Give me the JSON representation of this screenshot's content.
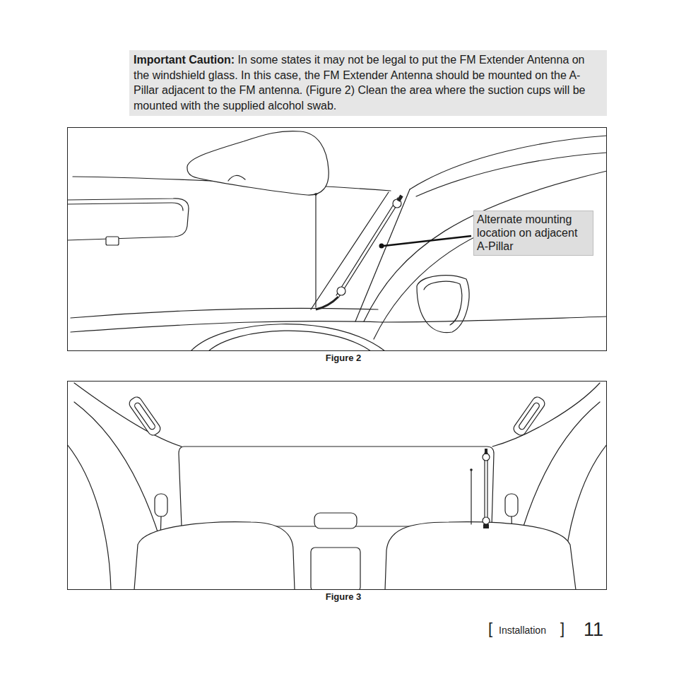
{
  "diagram": {
    "nodes": [
      {
        "text": [
          "Important Caution:",
          "In some states it may not be legal to put the FM Extender Antenna on the windshield glass. In this case, the FM Extender Antenna should be mounted on the A-Pillar adjacent to the FM antenna. (Figure 2) Clean the area where the suction cups will be mounted with the supplied alcohol swab."
        ]
      },
      {
        "text": [
          "Figure 2"
        ]
      },
      {
        "text": [
          "Alternate mounting location on adjacent A-Pillar"
        ],
        "in": 1
      },
      {
        "text": [
          "Figure 3"
        ]
      }
    ],
    "labels": [
      "[",
      "Installation",
      "]",
      "11"
    ]
  }
}
